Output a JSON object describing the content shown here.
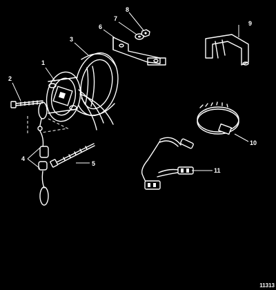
{
  "callouts": {
    "c1": "1",
    "c2": "2",
    "c3": "3",
    "c4": "4",
    "c5": "5",
    "c6": "6",
    "c7": "7",
    "c8": "8",
    "c9": "9",
    "c10": "10",
    "c11": "11"
  },
  "reference_number": "11313"
}
